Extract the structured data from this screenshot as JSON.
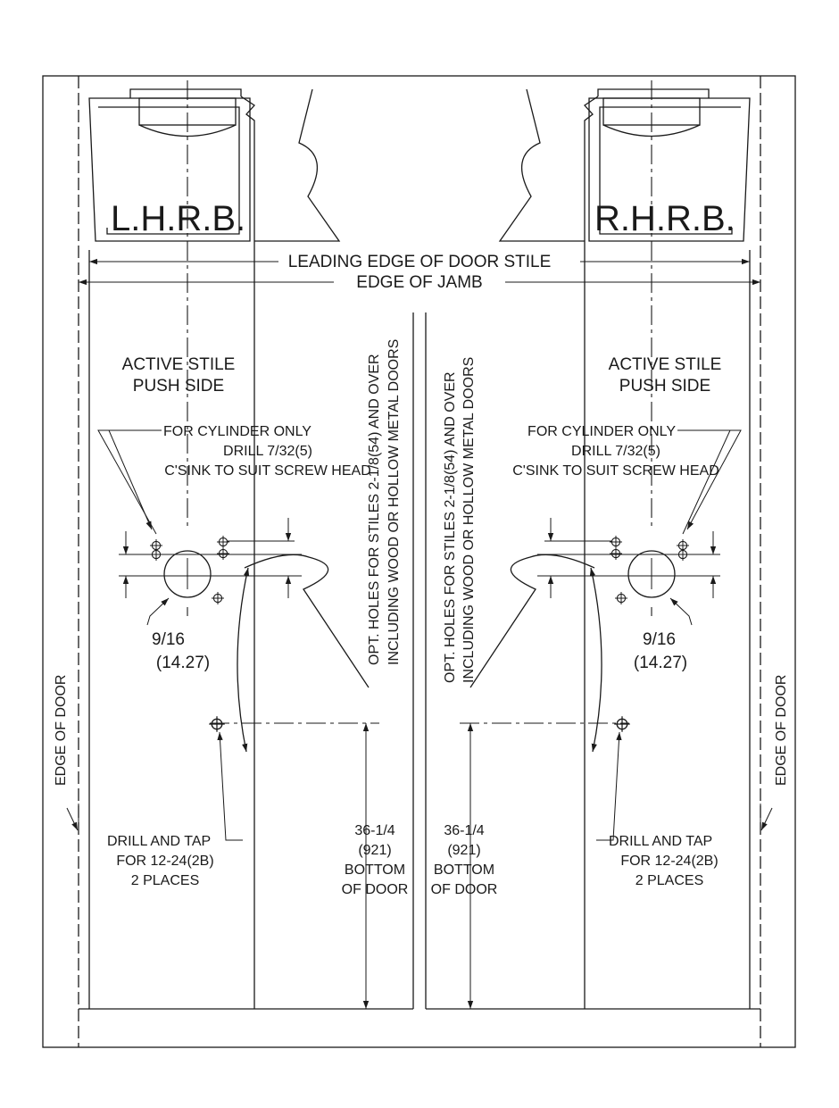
{
  "labels": {
    "lhrb": "L.H.R.B.",
    "rhrb": "R.H.R.B.",
    "leading_edge": "LEADING EDGE OF DOOR STILE",
    "edge_of_jamb": "EDGE OF JAMB",
    "active_stile_1": "ACTIVE STILE",
    "active_stile_2": "PUSH SIDE",
    "cylinder_1": "FOR CYLINDER ONLY",
    "cylinder_2": "DRILL 7/32(5)",
    "cylinder_3": "C'SINK TO SUIT SCREW HEAD",
    "opt_holes_1": "OPT. HOLES FOR STILES 2-1/8(54) AND OVER",
    "opt_holes_2": "INCLUDING WOOD OR HOLLOW METAL DOORS",
    "dim_916": "9/16",
    "dim_1427": "(14.27)",
    "edge_of_door": "EDGE OF DOOR",
    "drill_tap_1": "DRILL AND TAP",
    "drill_tap_2": "FOR 12-24(2B)",
    "drill_tap_3": "2 PLACES",
    "height_1": "36-1/4",
    "height_2": "(921)",
    "height_3": "BOTTOM",
    "height_4": "OF DOOR"
  },
  "colors": {
    "line": "#1a1a1a",
    "background": "#ffffff"
  }
}
